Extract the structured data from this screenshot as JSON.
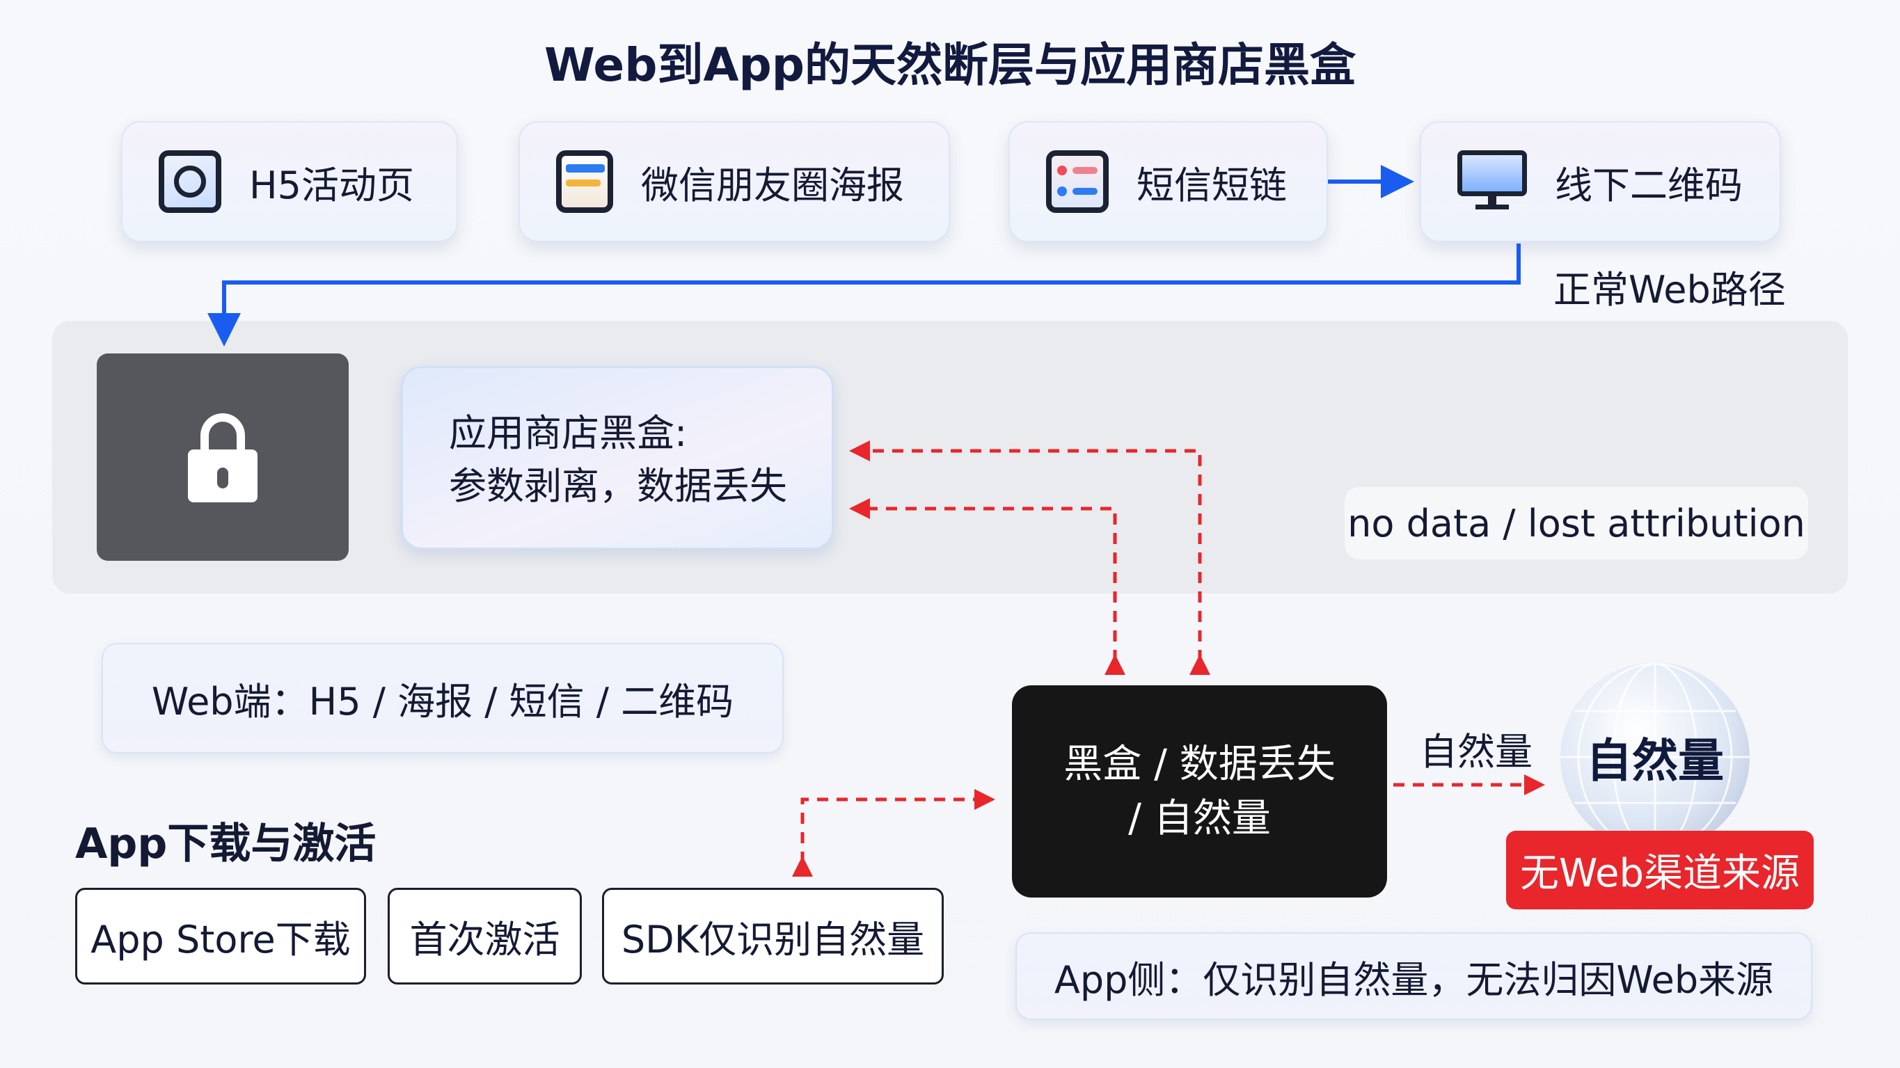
{
  "title": "Web到App的天然断层与应用商店黑盒",
  "sources": [
    {
      "label": "H5活动页",
      "icon": "h5-page-icon"
    },
    {
      "label": "微信朋友圈海报",
      "icon": "poster-icon"
    },
    {
      "label": "短信短链",
      "icon": "sms-icon"
    },
    {
      "label": "线下二维码",
      "icon": "monitor-icon"
    }
  ],
  "normal_path_label": "正常Web路径",
  "blackbox": {
    "line1": "应用商店黑盒:",
    "line2": "参数剥离，数据丢失"
  },
  "no_data_label": "no data / lost attribution",
  "web_summary": "Web端：H5 / 海报 / 短信 / 二维码",
  "center_box": {
    "line1": "黑盒 / 数据丢失",
    "line2": "/ 自然量"
  },
  "arrow_label": "自然量",
  "globe_label": "自然量",
  "no_web_badge": "无Web渠道来源",
  "app_section_title": "App下载与激活",
  "app_steps": [
    "App Store下载",
    "首次激活",
    "SDK仅识别自然量"
  ],
  "app_summary": "App侧：仅识别自然量，无法归因Web来源",
  "colors": {
    "blue": "#1a5cf0",
    "red": "#e8262b",
    "dark": "#161616"
  }
}
